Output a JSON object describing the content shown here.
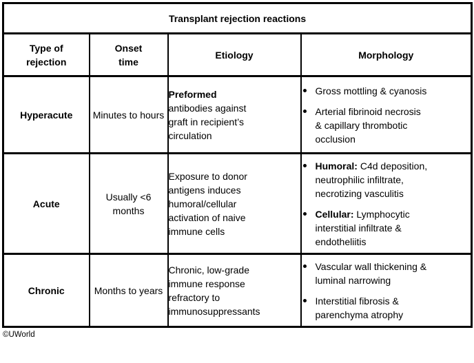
{
  "title": "Transplant rejection reactions",
  "footer": "©UWorld",
  "headers": {
    "type": "Type of\nrejection",
    "onset": "Onset\ntime",
    "etiology": "Etiology",
    "morphology": "Morphology"
  },
  "rows": [
    {
      "name": "Hyperacute",
      "onset": "Minutes to hours",
      "etiology": {
        "lead": "Preformed",
        "text": "antibodies against graft in recipient’s circulation"
      },
      "morphology": [
        {
          "lead": "",
          "text": "Gross mottling & cyanosis"
        },
        {
          "lead": "",
          "text": "Arterial fibrinoid necrosis & capillary thrombotic occlusion"
        }
      ]
    },
    {
      "name": "Acute",
      "onset": "Usually <6 months",
      "etiology": {
        "lead": "",
        "text": "Exposure to donor antigens induces humoral/cellular activation of naive immune cells"
      },
      "morphology": [
        {
          "lead": "Humoral:",
          "text": " C4d deposition, neutrophilic infiltrate, necrotizing vasculitis"
        },
        {
          "lead": "Cellular:",
          "text": " Lymphocytic interstitial infiltrate & endotheliitis"
        }
      ]
    },
    {
      "name": "Chronic",
      "onset": "Months to years",
      "etiology": {
        "lead": "",
        "text": "Chronic, low-grade immune response refractory to immunosuppressants"
      },
      "morphology": [
        {
          "lead": "",
          "text": "Vascular wall thickening & luminal narrowing"
        },
        {
          "lead": "",
          "text": "Interstitial fibrosis & parenchyma atrophy"
        }
      ]
    }
  ]
}
